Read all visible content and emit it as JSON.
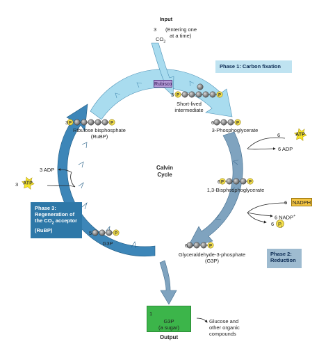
{
  "input": {
    "heading": "Input",
    "count": "3",
    "molecule": "CO",
    "subscript": "2",
    "note_line1": "(Entering one",
    "note_line2": "at a time)"
  },
  "enzyme": "Rubisco",
  "phases": {
    "carbon_fixation": "Phase 1: Carbon fixation",
    "reduction_line1": "Phase 2:",
    "reduction_line2": "Reduction",
    "regeneration_line1": "Phase 3:",
    "regeneration_line2": "Regeneration of",
    "regeneration_line3_pre": "the CO",
    "regeneration_line3_sub": "2",
    "regeneration_line3_post": " acceptor",
    "regeneration_line4": "(RuBP)"
  },
  "cycle": {
    "line1": "Calvin",
    "line2": "Cycle"
  },
  "molecules": {
    "intermediate_count": "3",
    "intermediate_line1": "Short-lived",
    "intermediate_line2": "intermediate",
    "pga_count": "6",
    "pga_name": "3-Phosphoglycerate",
    "bpg_count": "6",
    "bpg_name": "1,3-Bisphosphoglycerate",
    "g3p_count": "6",
    "g3p_name_line1": "Glyceraldehyde-3-phosphate",
    "g3p_name_line2": "(G3P)",
    "g3p_regen_count": "5",
    "g3p_regen_name": "G3P",
    "rubp_count": "3",
    "rubp_name_line1": "Ribulose bisphosphate",
    "rubp_name_line2": "(RuBP)",
    "phosphate": "P"
  },
  "energy": {
    "atp_phase2_count": "6",
    "atp_label": "ATP",
    "adp_phase2": "6 ADP",
    "nadph_count": "6",
    "nadph_label": "NADPH",
    "nadp_phase2": "6 NADP",
    "nadp_superscript": "+",
    "pi_count": "6",
    "pi_label": "P",
    "pi_subscript": "i",
    "atp_phase3_count": "3",
    "adp_phase3": "3 ADP"
  },
  "output": {
    "count": "1",
    "name": "G3P",
    "note": "(a sugar)",
    "heading": "Output",
    "product_line1": "Glucose and",
    "product_line2": "other organic",
    "product_line3": "compounds"
  },
  "colors": {
    "carbon": "#7a7a7a",
    "phosphate": "#f4e04d",
    "phase1_arrow": "#a9dcef",
    "phase2_arrow": "#7fa3bf",
    "phase3_arrow": "#3d86b8",
    "output_box": "#3cb54a",
    "atp_burst": "#f7e628"
  }
}
